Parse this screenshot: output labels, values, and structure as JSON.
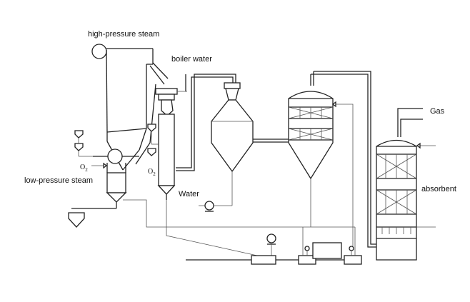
{
  "labels": {
    "high_pressure_steam": "high-pressure steam",
    "boiler_water": "boiler water",
    "low_pressure_steam": "low-pressure steam",
    "water": "Water",
    "gas": "Gas",
    "absorbent": "absorbent",
    "o2_left": "O",
    "o2_left_sub": "2",
    "o2_right": "O",
    "o2_right_sub": "2"
  },
  "colors": {
    "line": "#222222",
    "background": "#ffffff"
  }
}
